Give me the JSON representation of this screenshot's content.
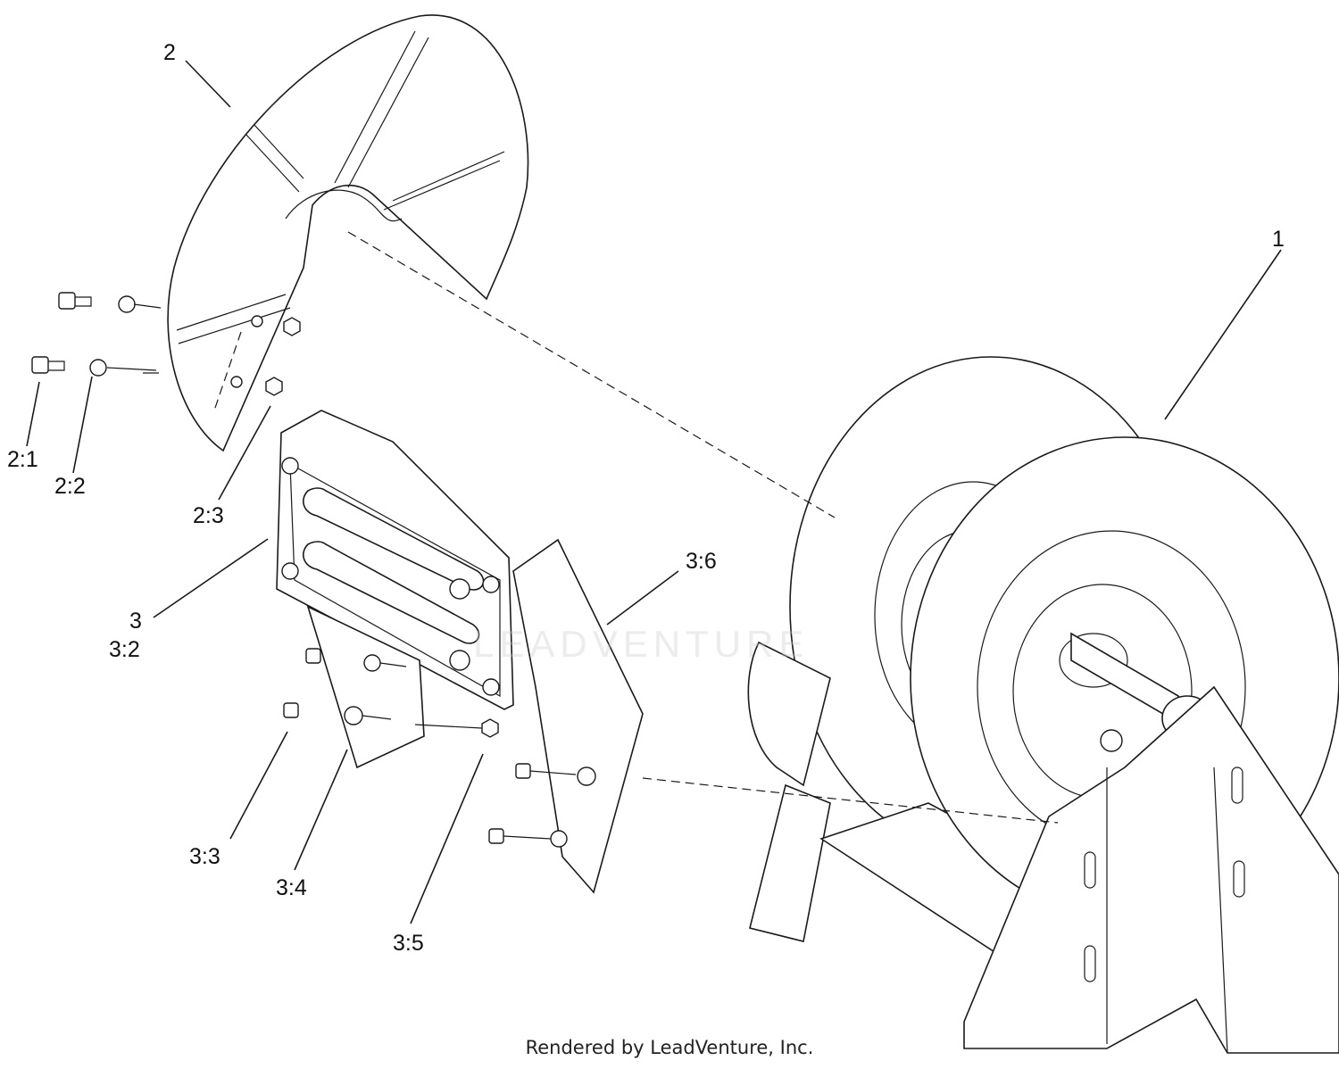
{
  "callouts": {
    "c1": "1",
    "c2": "2",
    "c2_1": "2:1",
    "c2_2": "2:2",
    "c2_3": "2:3",
    "c3": "3",
    "c3_2": "3:2",
    "c3_3": "3:3",
    "c3_4": "3:4",
    "c3_5": "3:5",
    "c3_6": "3:6"
  },
  "footer": {
    "credit": "Rendered by LeadVenture, Inc."
  },
  "watermark": {
    "text": "LEADVENTURE"
  }
}
